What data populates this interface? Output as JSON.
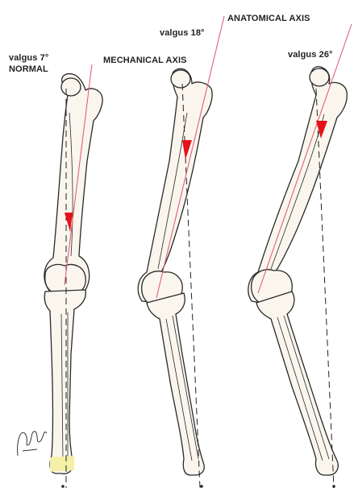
{
  "labels": {
    "normal_valgus": "valgus 7°",
    "normal": "NORMAL",
    "mechanical_axis": "MECHANICAL AXIS",
    "valgus_18": "valgus 18°",
    "anatomical_axis": "ANATOMICAL AXIS",
    "valgus_26": "valgus 26°"
  },
  "colors": {
    "anatomical_axis_line": "#e0607a",
    "wedge": "#e8101a",
    "bone_outline": "#2a2a2a",
    "bone_fill": "#faf6ee",
    "heel_highlight": "#f4f0a8"
  },
  "legs": [
    {
      "id": "normal",
      "valgus_degrees": 7
    },
    {
      "id": "moderate",
      "valgus_degrees": 18
    },
    {
      "id": "severe",
      "valgus_degrees": 26
    }
  ]
}
